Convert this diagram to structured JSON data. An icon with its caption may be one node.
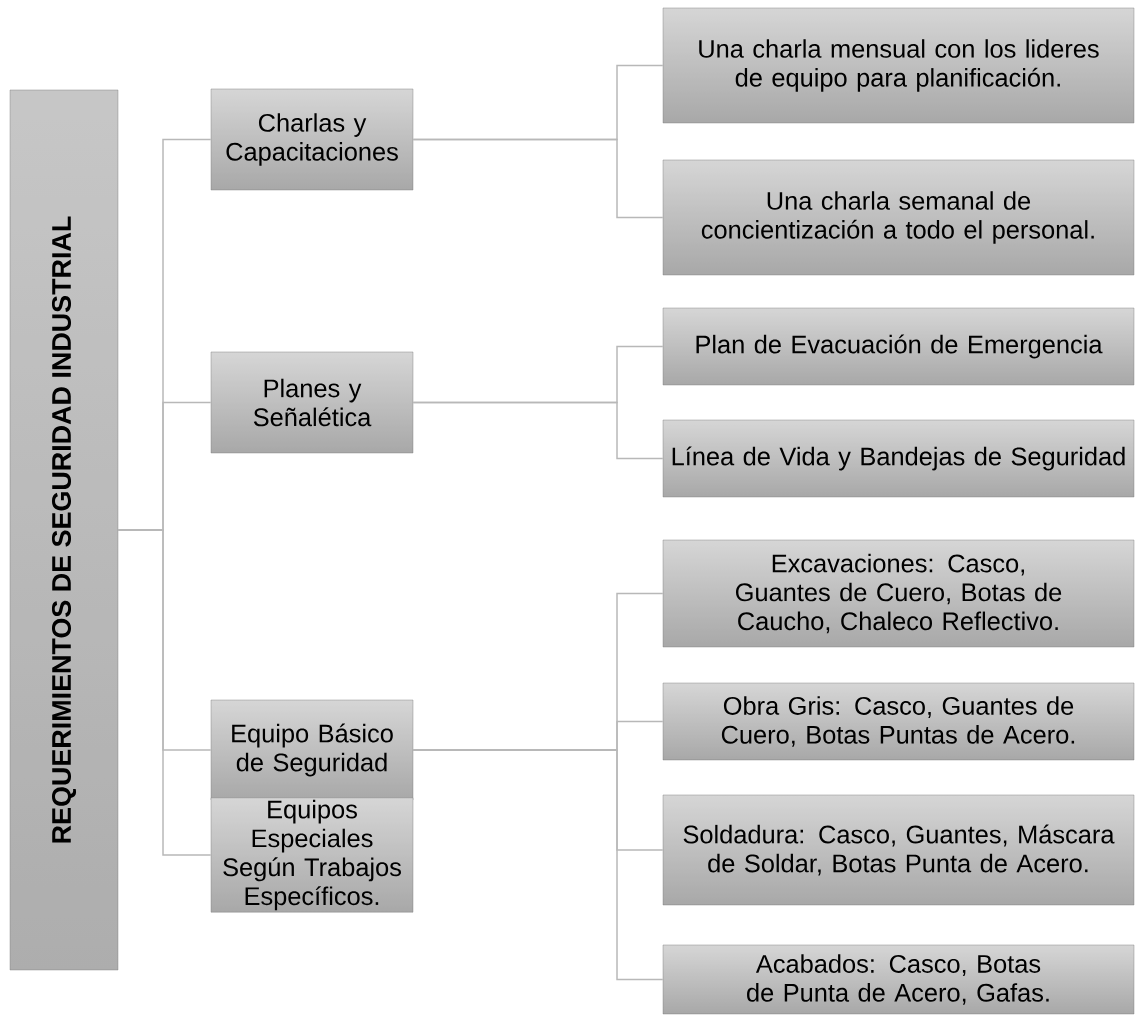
{
  "diagram": {
    "nodes": [
      {
        "text": [
          "REQUERIMIENTOS DE SEGURIDAD INDUSTRIAL"
        ]
      },
      {
        "text": [
          "Charlas y Capacitaciones"
        ]
      },
      {
        "text": [
          "Planes y Señalética"
        ]
      },
      {
        "text": [
          "Equipo Básico de Seguridad"
        ]
      },
      {
        "text": [
          "Equipos Especiales Según Trabajos Específicos."
        ]
      },
      {
        "text": [
          "Una charla mensual con los lideres de equipo para planificación."
        ]
      },
      {
        "text": [
          "Una charla semanal de concientización a todo el personal."
        ]
      },
      {
        "text": [
          "Plan de Evacuación de Emergencia"
        ]
      },
      {
        "text": [
          "Línea de Vida y Bandejas de Seguridad"
        ]
      },
      {
        "text": [
          "Excavaciones: Casco, Guantes de Cuero, Botas de Caucho, Chaleco Reflectivo."
        ]
      },
      {
        "text": [
          "Obra Gris: Casco, Guantes de Cuero, Botas Puntas de Acero."
        ]
      },
      {
        "text": [
          "Soldadura: Casco, Guantes, Máscara de Soldar, Botas Punta de Acero."
        ]
      },
      {
        "text": [
          "Acabados: Casco, Botas de Punta de Acero, Gafas."
        ]
      }
    ],
    "edges": [
      {
        "from": 0,
        "to": 1,
        "arrow": "none"
      },
      {
        "from": 0,
        "to": 2,
        "arrow": "none"
      },
      {
        "from": 0,
        "to": 3,
        "arrow": "none"
      },
      {
        "from": 0,
        "to": 4,
        "arrow": "none"
      },
      {
        "from": 1,
        "to": 5,
        "arrow": "none"
      },
      {
        "from": 1,
        "to": 6,
        "arrow": "none"
      },
      {
        "from": 2,
        "to": 7,
        "arrow": "none"
      },
      {
        "from": 2,
        "to": 8,
        "arrow": "none"
      },
      {
        "from": 3,
        "to": 9,
        "arrow": "none"
      },
      {
        "from": 3,
        "to": 10,
        "arrow": "none"
      },
      {
        "from": 3,
        "to": 11,
        "arrow": "none"
      },
      {
        "from": 3,
        "to": 12,
        "arrow": "none"
      }
    ]
  }
}
